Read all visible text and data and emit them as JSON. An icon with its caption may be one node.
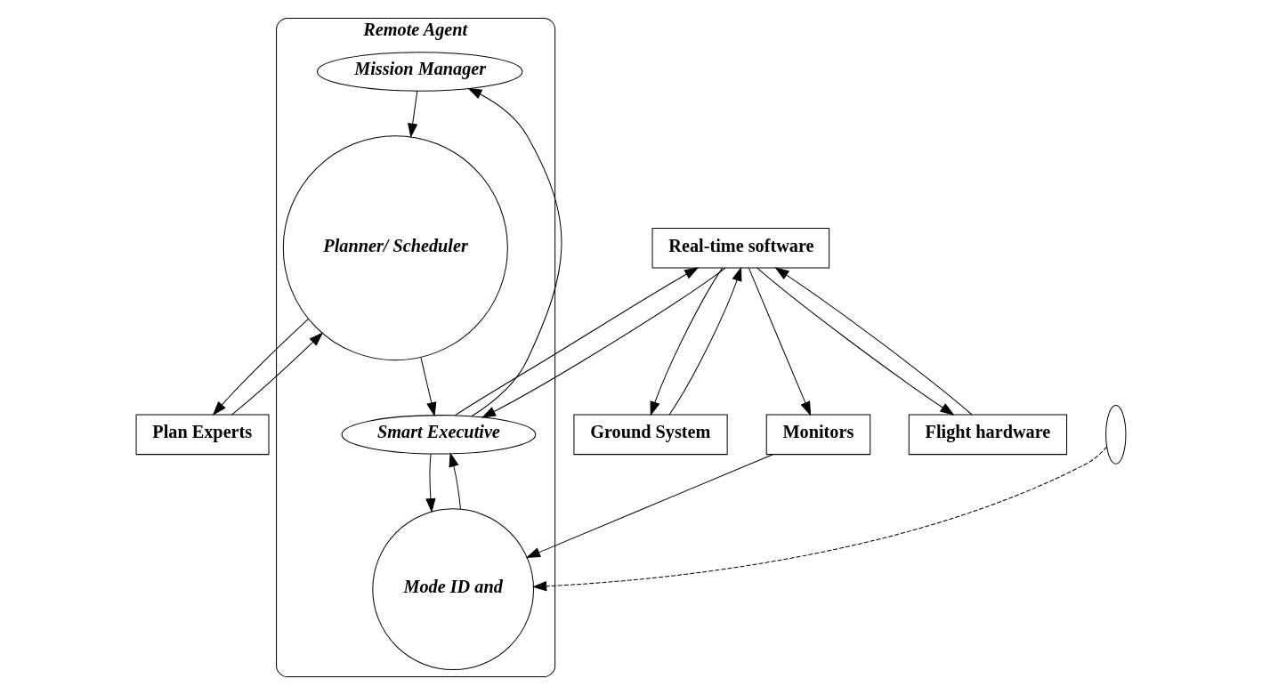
{
  "diagram": {
    "nodes": [
      {
        "text": [
          "Remote Agent"
        ]
      },
      {
        "text": [
          "Mission Manager"
        ],
        "in": 0
      },
      {
        "text": [
          "Smart Executive"
        ],
        "in": 0
      },
      {
        "text": [
          "Planner/ Scheduler"
        ],
        "in": 0
      },
      {
        "text": [
          "Mode ID and"
        ],
        "in": 0
      },
      {
        "text": [
          "Ground System"
        ]
      },
      {
        "text": [
          "Real-time software"
        ]
      },
      {
        "text": [
          "Plan Experts"
        ]
      },
      {
        "text": [
          "Monitors"
        ]
      },
      {
        "text": [
          "Flight hardware"
        ]
      },
      {
        "text": [],
        "shape": "ellipse"
      }
    ],
    "edges": [
      {
        "from": 2,
        "to": 1,
        "arrow": "to"
      },
      {
        "from": 1,
        "to": 3,
        "arrow": "to"
      },
      {
        "from": 3,
        "to": 2,
        "arrow": "to"
      },
      {
        "from": 2,
        "to": 4,
        "arrow": "to"
      },
      {
        "from": 4,
        "to": 2,
        "arrow": "to"
      },
      {
        "from": 2,
        "to": 6,
        "arrow": "to"
      },
      {
        "from": 6,
        "to": 2,
        "arrow": "to"
      },
      {
        "from": 10,
        "to": 4,
        "arrow": "to",
        "style": "dashed"
      },
      {
        "from": 5,
        "to": 6,
        "arrow": "to"
      },
      {
        "from": 6,
        "to": 5,
        "arrow": "to"
      },
      {
        "from": 6,
        "to": 8,
        "arrow": "to"
      },
      {
        "from": 6,
        "to": 9,
        "arrow": "to"
      },
      {
        "from": 9,
        "to": 6,
        "arrow": "to"
      },
      {
        "from": 3,
        "to": 7,
        "arrow": "to"
      },
      {
        "from": 7,
        "to": 3,
        "arrow": "to"
      },
      {
        "from": 8,
        "to": 4,
        "arrow": "to"
      }
    ]
  }
}
